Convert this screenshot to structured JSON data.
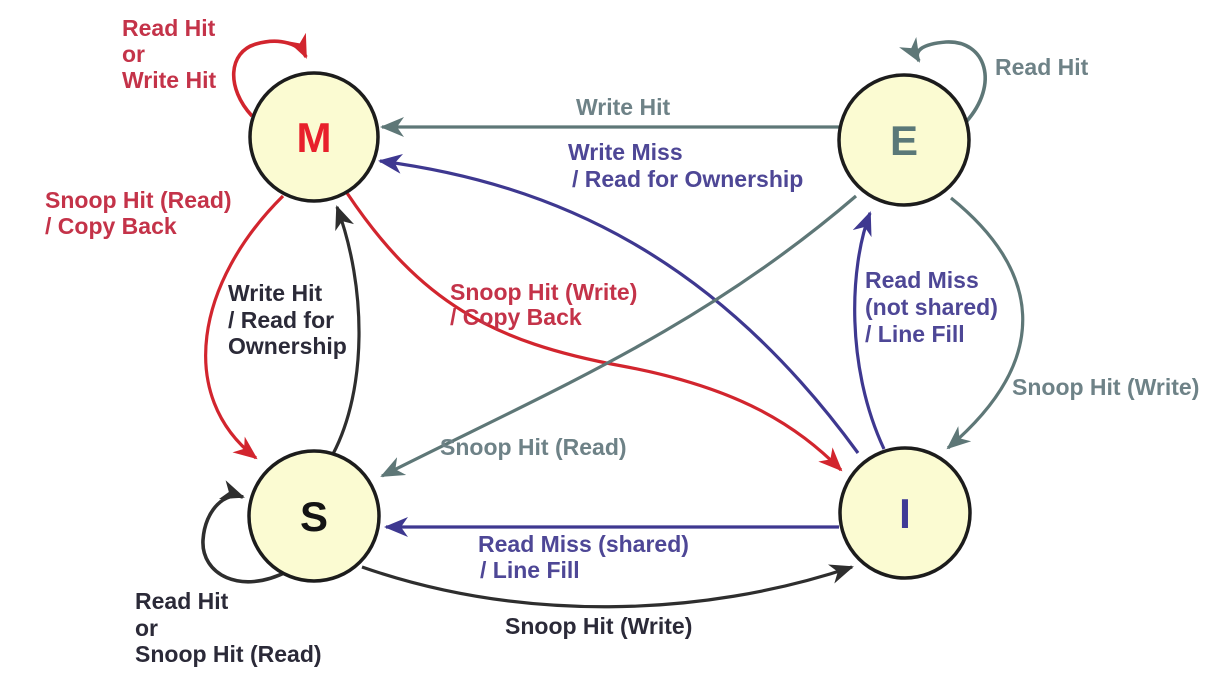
{
  "diagram": {
    "type": "state-machine",
    "description": "MESI cache coherence protocol state transition diagram",
    "background": "#FFFFFF"
  },
  "palette": {
    "node_fill": "#FBFBD2",
    "node_stroke": "#1C1C1C",
    "red_line": "#D2252E",
    "red_text": "#C43349",
    "gray_line": "#5E7777",
    "gray_text": "#6E8287",
    "purple_line": "#3E3890",
    "purple_text": "#4E4796",
    "black_line": "#2E2E2E",
    "black_text": "#2B2A38"
  },
  "states": {
    "m": {
      "label": "M",
      "color": "#E8202B"
    },
    "e": {
      "label": "E",
      "color": "#5A7878"
    },
    "s": {
      "label": "S",
      "color": "#141414"
    },
    "i": {
      "label": "I",
      "color": "#3F3A96"
    }
  },
  "transitions": {
    "m_to_m": {
      "from": "M",
      "to": "M",
      "color_group": "red",
      "lines": [
        "Read Hit",
        "or",
        "Write Hit"
      ]
    },
    "e_to_e": {
      "from": "E",
      "to": "E",
      "color_group": "gray",
      "lines": [
        "Read Hit"
      ]
    },
    "s_to_s": {
      "from": "S",
      "to": "S",
      "color_group": "black",
      "lines": [
        "Read Hit",
        "or",
        "Snoop Hit (Read)"
      ]
    },
    "e_to_m": {
      "from": "E",
      "to": "M",
      "color_group": "gray",
      "lines": [
        "Write Hit"
      ]
    },
    "i_to_m": {
      "from": "I",
      "to": "M",
      "color_group": "purple",
      "lines": [
        "Write Miss",
        "/ Read for Ownership"
      ]
    },
    "m_to_s": {
      "from": "M",
      "to": "S",
      "color_group": "red",
      "lines": [
        "Snoop Hit (Read)",
        "/ Copy Back"
      ]
    },
    "s_to_m": {
      "from": "S",
      "to": "M",
      "color_group": "black",
      "lines": [
        "Write Hit",
        "/ Read for",
        "Ownership"
      ]
    },
    "m_to_i": {
      "from": "M",
      "to": "I",
      "color_group": "red",
      "lines": [
        "Snoop Hit (Write)",
        "/ Copy Back"
      ]
    },
    "e_to_s": {
      "from": "E",
      "to": "S",
      "color_group": "gray",
      "lines": [
        "Snoop Hit (Read)"
      ]
    },
    "i_to_e": {
      "from": "I",
      "to": "E",
      "color_group": "purple",
      "lines": [
        "Read Miss",
        "(not shared)",
        "/ Line Fill"
      ]
    },
    "e_to_i": {
      "from": "E",
      "to": "I",
      "color_group": "gray",
      "lines": [
        "Snoop Hit (Write)"
      ]
    },
    "i_to_s": {
      "from": "I",
      "to": "S",
      "color_group": "purple",
      "lines": [
        "Read Miss (shared)",
        "/ Line Fill"
      ]
    },
    "s_to_i": {
      "from": "S",
      "to": "I",
      "color_group": "black",
      "lines": [
        "Snoop Hit (Write)"
      ]
    }
  }
}
